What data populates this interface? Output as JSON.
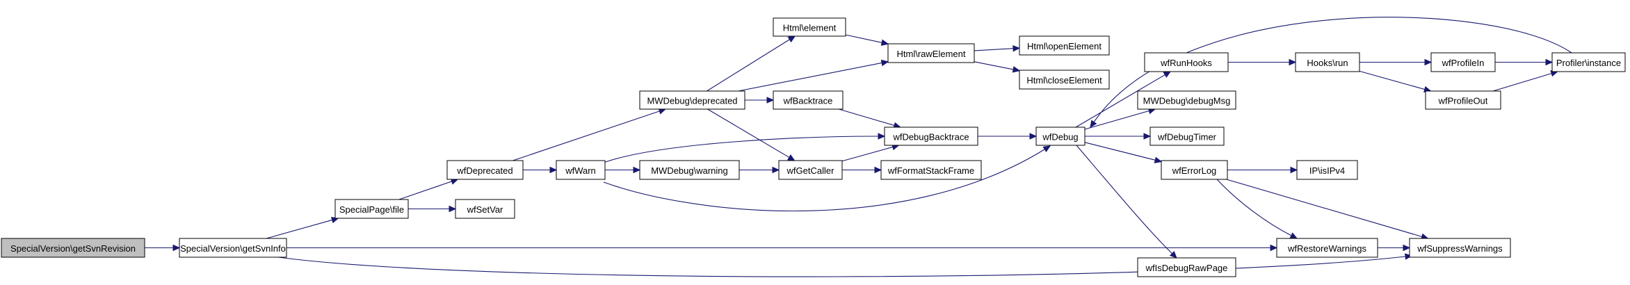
{
  "graph": {
    "nodes": [
      {
        "id": "n_getSvnRevision",
        "label": "SpecialVersion\\getSvnRevision",
        "root": true
      },
      {
        "id": "n_getSvnInfo",
        "label": "SpecialVersion\\getSvnInfo"
      },
      {
        "id": "n_file",
        "label": "SpecialPage\\file"
      },
      {
        "id": "n_wfDeprecated",
        "label": "wfDeprecated"
      },
      {
        "id": "n_wfSetVar",
        "label": "wfSetVar"
      },
      {
        "id": "n_wfWarn",
        "label": "wfWarn"
      },
      {
        "id": "n_mwdeprecated",
        "label": "MWDebug\\deprecated"
      },
      {
        "id": "n_mwwarning",
        "label": "MWDebug\\warning"
      },
      {
        "id": "n_htmlelement",
        "label": "Html\\element"
      },
      {
        "id": "n_rawElement",
        "label": "Html\\rawElement"
      },
      {
        "id": "n_openElement",
        "label": "Html\\openElement"
      },
      {
        "id": "n_closeElement",
        "label": "Html\\closeElement"
      },
      {
        "id": "n_wfBacktrace",
        "label": "wfBacktrace"
      },
      {
        "id": "n_wfDebugBacktrace",
        "label": "wfDebugBacktrace"
      },
      {
        "id": "n_wfGetCaller",
        "label": "wfGetCaller"
      },
      {
        "id": "n_wfFormatStackFrame",
        "label": "wfFormatStackFrame"
      },
      {
        "id": "n_wfDebug",
        "label": "wfDebug"
      },
      {
        "id": "n_wfRunHooks",
        "label": "wfRunHooks"
      },
      {
        "id": "n_hooksrun",
        "label": "Hooks\\run"
      },
      {
        "id": "n_wfProfileIn",
        "label": "wfProfileIn"
      },
      {
        "id": "n_wfProfileOut",
        "label": "wfProfileOut"
      },
      {
        "id": "n_profiler",
        "label": "Profiler\\instance"
      },
      {
        "id": "n_debugMsg",
        "label": "MWDebug\\debugMsg"
      },
      {
        "id": "n_wfDebugTimer",
        "label": "wfDebugTimer"
      },
      {
        "id": "n_wfErrorLog",
        "label": "wfErrorLog"
      },
      {
        "id": "n_isIPv4",
        "label": "IP\\isIPv4"
      },
      {
        "id": "n_wfIsDebugRawPage",
        "label": "wfIsDebugRawPage"
      },
      {
        "id": "n_wfRestoreWarnings",
        "label": "wfRestoreWarnings"
      },
      {
        "id": "n_wfSuppressWarnings",
        "label": "wfSuppressWarnings"
      }
    ],
    "edges": [
      {
        "from": "n_getSvnRevision",
        "to": "n_getSvnInfo"
      },
      {
        "from": "n_getSvnInfo",
        "to": "n_file"
      },
      {
        "from": "n_getSvnInfo",
        "to": "n_wfRestoreWarnings"
      },
      {
        "from": "n_getSvnInfo",
        "to": "n_wfSuppressWarnings"
      },
      {
        "from": "n_file",
        "to": "n_wfDeprecated"
      },
      {
        "from": "n_file",
        "to": "n_wfSetVar"
      },
      {
        "from": "n_wfDeprecated",
        "to": "n_mwdeprecated"
      },
      {
        "from": "n_wfDeprecated",
        "to": "n_wfWarn"
      },
      {
        "from": "n_wfWarn",
        "to": "n_wfDebugBacktrace"
      },
      {
        "from": "n_wfWarn",
        "to": "n_mwwarning"
      },
      {
        "from": "n_wfWarn",
        "to": "n_wfDebug"
      },
      {
        "from": "n_mwdeprecated",
        "to": "n_htmlelement"
      },
      {
        "from": "n_mwdeprecated",
        "to": "n_rawElement"
      },
      {
        "from": "n_mwdeprecated",
        "to": "n_wfBacktrace"
      },
      {
        "from": "n_mwdeprecated",
        "to": "n_wfGetCaller"
      },
      {
        "from": "n_mwwarning",
        "to": "n_wfGetCaller"
      },
      {
        "from": "n_htmlelement",
        "to": "n_rawElement"
      },
      {
        "from": "n_rawElement",
        "to": "n_openElement"
      },
      {
        "from": "n_rawElement",
        "to": "n_closeElement"
      },
      {
        "from": "n_wfBacktrace",
        "to": "n_wfDebugBacktrace"
      },
      {
        "from": "n_wfGetCaller",
        "to": "n_wfDebugBacktrace"
      },
      {
        "from": "n_wfGetCaller",
        "to": "n_wfFormatStackFrame"
      },
      {
        "from": "n_wfDebugBacktrace",
        "to": "n_wfDebug"
      },
      {
        "from": "n_wfDebug",
        "to": "n_wfRunHooks"
      },
      {
        "from": "n_wfDebug",
        "to": "n_debugMsg"
      },
      {
        "from": "n_wfDebug",
        "to": "n_wfDebugTimer"
      },
      {
        "from": "n_wfDebug",
        "to": "n_wfErrorLog"
      },
      {
        "from": "n_wfDebug",
        "to": "n_wfIsDebugRawPage"
      },
      {
        "from": "n_wfRunHooks",
        "to": "n_hooksrun"
      },
      {
        "from": "n_hooksrun",
        "to": "n_wfProfileIn"
      },
      {
        "from": "n_hooksrun",
        "to": "n_wfProfileOut"
      },
      {
        "from": "n_wfProfileIn",
        "to": "n_profiler"
      },
      {
        "from": "n_wfProfileOut",
        "to": "n_profiler"
      },
      {
        "from": "n_profiler",
        "to": "n_wfDebug"
      },
      {
        "from": "n_wfErrorLog",
        "to": "n_isIPv4"
      },
      {
        "from": "n_wfErrorLog",
        "to": "n_wfRestoreWarnings"
      },
      {
        "from": "n_wfErrorLog",
        "to": "n_wfSuppressWarnings"
      },
      {
        "from": "n_wfRestoreWarnings",
        "to": "n_wfSuppressWarnings"
      }
    ]
  }
}
